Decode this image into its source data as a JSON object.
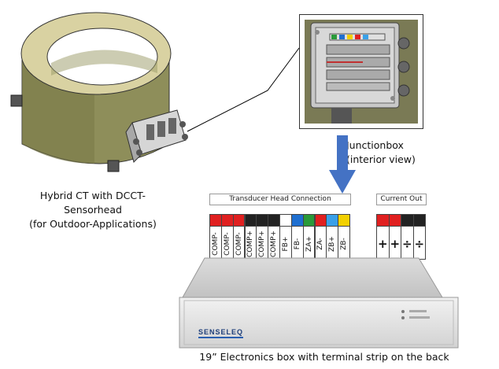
{
  "captions": {
    "ct": [
      "Hybrid CT with DCCT-",
      "Sensorhead",
      "(for Outdoor-Applications)"
    ],
    "junction": [
      "Junctionbox",
      "(interior view)"
    ],
    "electronics": "19” Electronics box with terminal strip on the back"
  },
  "headers": {
    "transducer": "Transducer Head Connection",
    "current_out": "Current Out"
  },
  "brand": "SENSELEQ",
  "transducer_terminals": [
    {
      "label": "COMP-",
      "color": "#e02020"
    },
    {
      "label": "COMP-",
      "color": "#e02020"
    },
    {
      "label": "COMP-",
      "color": "#e02020"
    },
    {
      "label": "COMP+",
      "color": "#222222"
    },
    {
      "label": "COMP+",
      "color": "#222222"
    },
    {
      "label": "COMP+",
      "color": "#222222"
    },
    {
      "label": "FB+",
      "color": "#ffffff"
    },
    {
      "label": "FB-",
      "color": "#1f6fd0"
    },
    {
      "label": "ZA+",
      "color": "#2a9a3a"
    },
    {
      "label": "ZA-",
      "color": "#e02020"
    },
    {
      "label": "ZB+",
      "color": "#3aa0e8"
    },
    {
      "label": "ZB-",
      "color": "#f2d000"
    }
  ],
  "current_out_terminals": [
    {
      "label": "+",
      "color": "#e02020"
    },
    {
      "label": "+",
      "color": "#e02020"
    },
    {
      "label": "÷",
      "color": "#222222"
    },
    {
      "label": "÷",
      "color": "#222222"
    }
  ],
  "colors": {
    "arrow": "#4472c4",
    "ct_body": "#8a8a55",
    "ct_top": "#d8d0a0"
  }
}
